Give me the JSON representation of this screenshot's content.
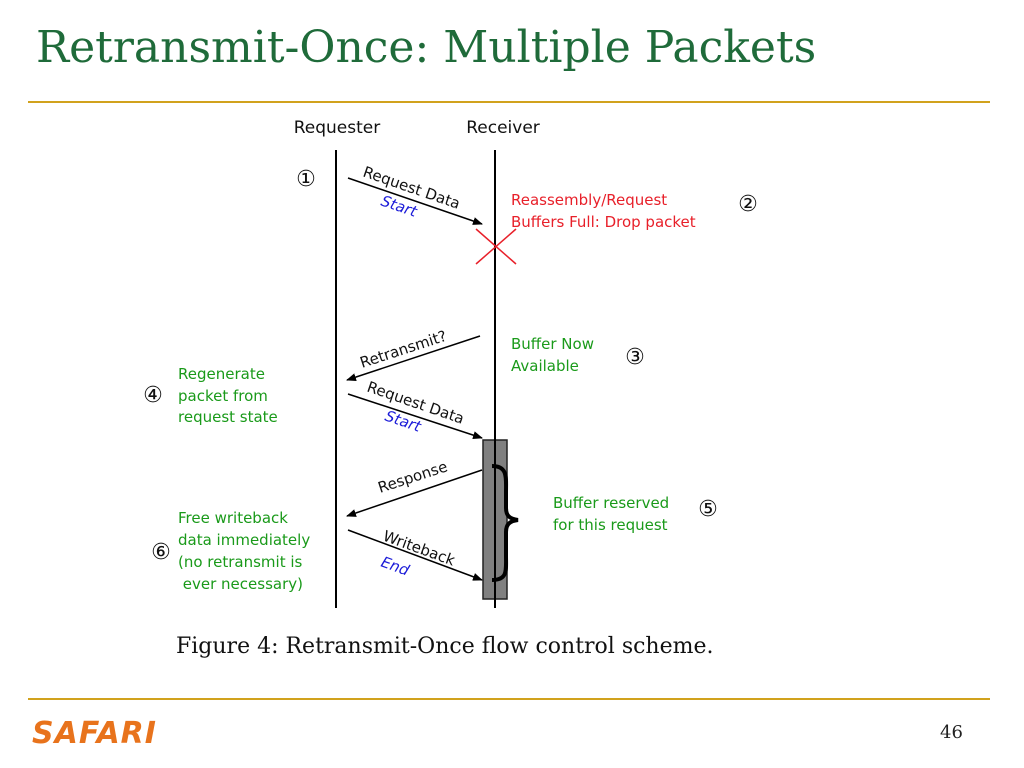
{
  "slide": {
    "title": "Retransmit-Once: Multiple Packets",
    "caption": "Figure 4: Retransmit-Once flow control scheme.",
    "logo": "SAFARI",
    "page_number": "46"
  },
  "diagram": {
    "requester_label": "Requester",
    "receiver_label": "Receiver",
    "messages": {
      "request1_label": "Request Data",
      "request1_sub": "Start",
      "retransmit_label": "Retransmit?",
      "request2_label": "Request Data",
      "request2_sub": "Start",
      "response_label": "Response",
      "writeback_label": "Writeback",
      "writeback_sub": "End"
    },
    "steps": {
      "s1_marker": "①",
      "s2_marker": "②",
      "s2_lines": [
        "Reassembly/Request",
        "Buffers Full: Drop packet"
      ],
      "s3_marker": "③",
      "s3_lines": [
        "Buffer Now",
        "Available"
      ],
      "s4_marker": "④",
      "s4_lines": [
        "Regenerate",
        "packet from",
        "request state"
      ],
      "s5_marker": "⑤",
      "s5_lines": [
        "Buffer reserved",
        "for this request"
      ],
      "s6_marker": "⑥",
      "s6_lines": [
        "Free writeback",
        "data immediately",
        "(no retransmit is",
        " ever necessary)"
      ]
    },
    "colors": {
      "green": "#1a9a1a",
      "red": "#e8202a",
      "blue": "#1a1ad8",
      "buffer_fill": "#808080"
    }
  }
}
